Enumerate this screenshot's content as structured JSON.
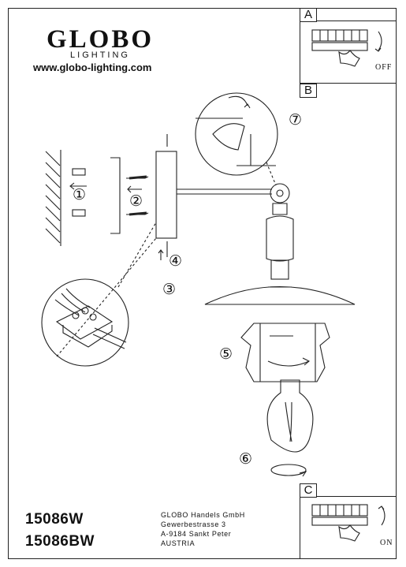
{
  "brand": {
    "name": "GLOBO",
    "subline": "LIGHTING",
    "url": "www.globo-lighting.com"
  },
  "panels": {
    "a_label": "A",
    "b_label": "B",
    "c_label": "C",
    "a_state": "OFF",
    "c_state": "ON"
  },
  "steps": {
    "s1": "①",
    "s2": "②",
    "s3": "③",
    "s4": "④",
    "s5": "⑤",
    "s6": "⑥",
    "s7": "⑦"
  },
  "models": {
    "m1": "15086W",
    "m2": "15086BW"
  },
  "address": {
    "line1": "GLOBO Handels GmbH",
    "line2": "Gewerbestrasse 3",
    "line3": "A-9184 Sankt Peter",
    "line4": "AUSTRIA"
  }
}
